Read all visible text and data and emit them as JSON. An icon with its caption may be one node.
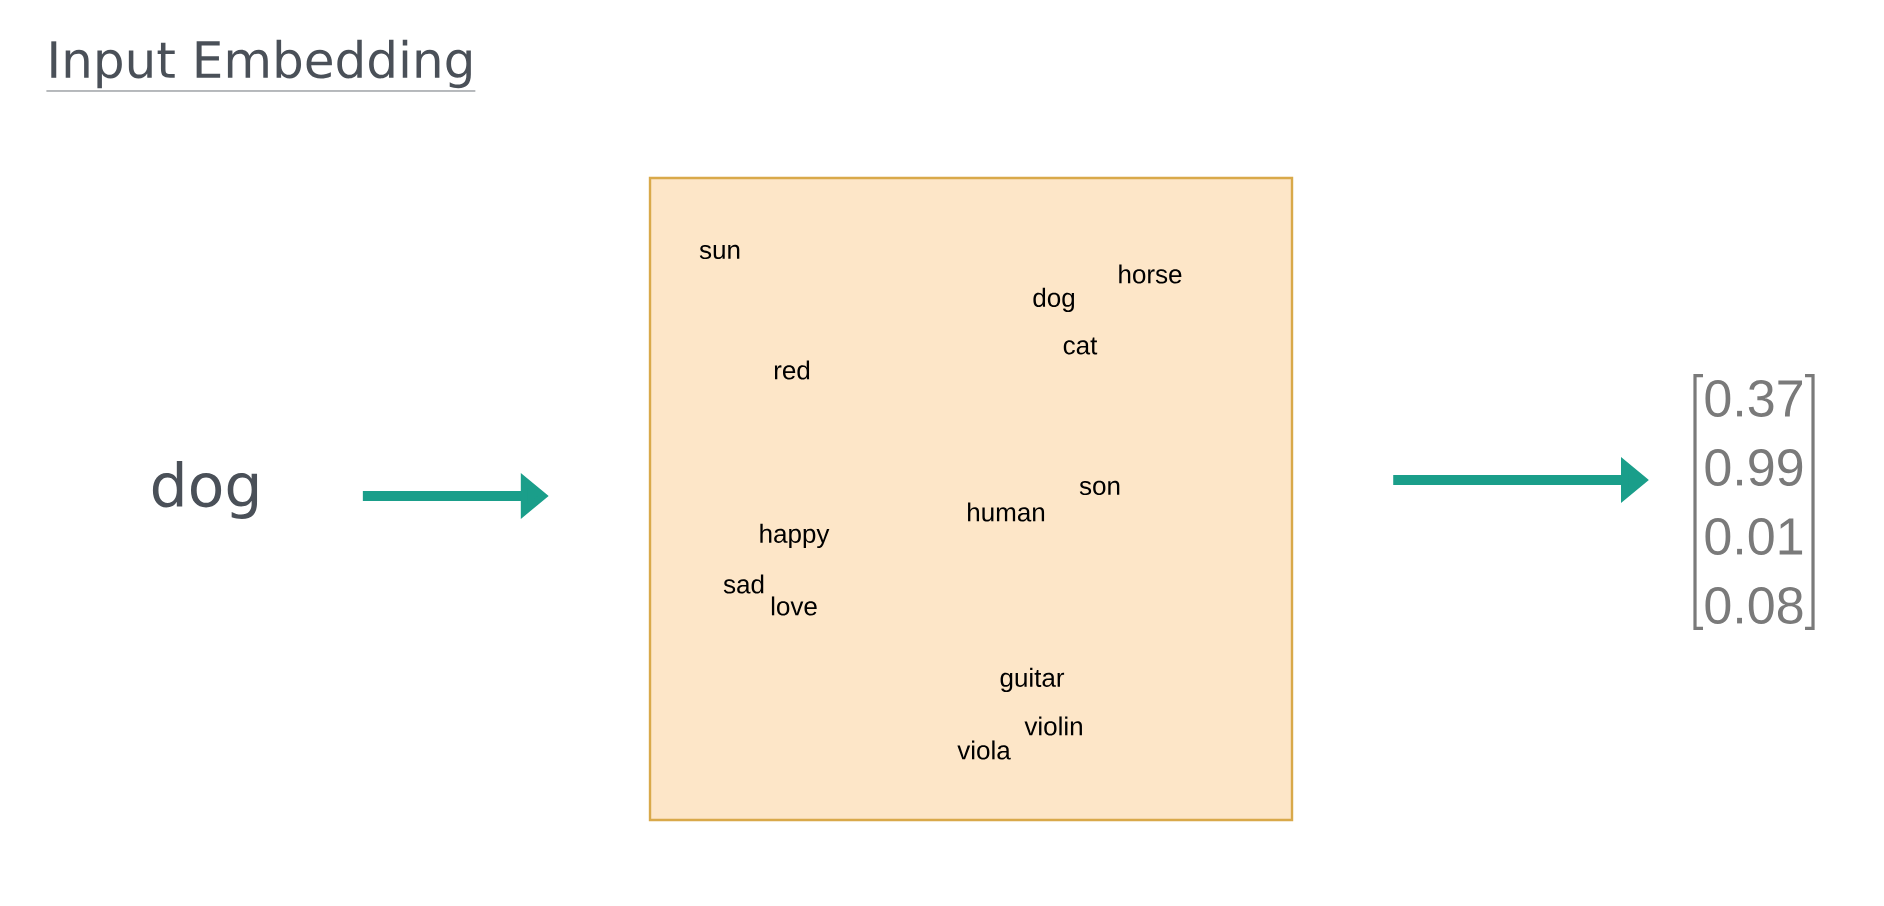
{
  "diagram": {
    "title": "Input Embedding",
    "nodes": [
      {
        "text": [
          "dog"
        ]
      },
      {
        "text": [
          "sun",
          "horse",
          "dog",
          "cat",
          "red",
          "son",
          "human",
          "happy",
          "sad",
          "love",
          "guitar",
          "violin",
          "viola"
        ]
      },
      {
        "text": [
          "0.37",
          "0.99",
          "0.01",
          "0.08"
        ]
      }
    ],
    "edges": [
      {
        "from": 0,
        "to": 1,
        "arrow": "to"
      },
      {
        "from": 1,
        "to": 2,
        "arrow": "to"
      }
    ]
  }
}
